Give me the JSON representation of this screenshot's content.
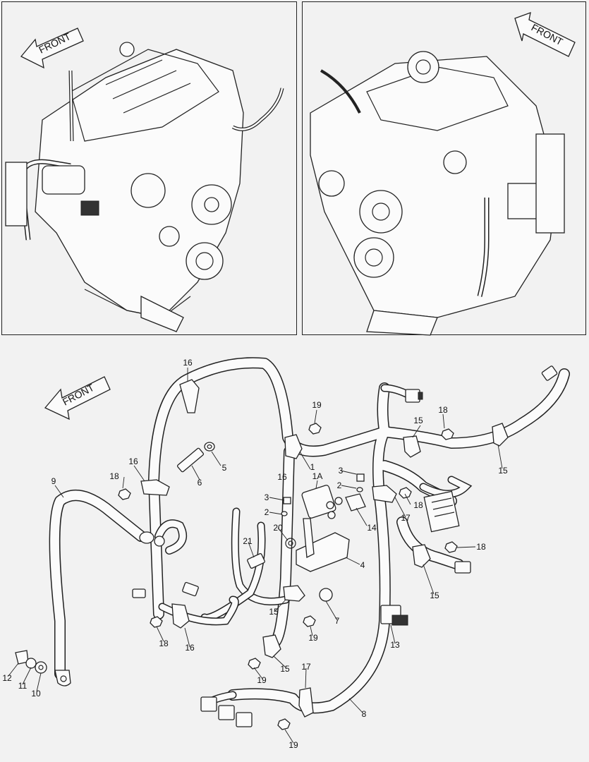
{
  "front_labels": [
    "FRONT",
    "FRONT",
    "FRONT"
  ],
  "callouts": [
    {
      "id": "c-16a",
      "text": "16"
    },
    {
      "id": "c-19a",
      "text": "19"
    },
    {
      "id": "c-5",
      "text": "5"
    },
    {
      "id": "c-16b",
      "text": "16"
    },
    {
      "id": "c-1",
      "text": "1"
    },
    {
      "id": "c-18a",
      "text": "18"
    },
    {
      "id": "c-15a",
      "text": "15"
    },
    {
      "id": "c-15b",
      "text": "15"
    },
    {
      "id": "c-9",
      "text": "9"
    },
    {
      "id": "c-16c",
      "text": "16"
    },
    {
      "id": "c-6",
      "text": "6"
    },
    {
      "id": "c-3a",
      "text": "3"
    },
    {
      "id": "c-1A",
      "text": "1A"
    },
    {
      "id": "c-2a",
      "text": "2"
    },
    {
      "id": "c-18b",
      "text": "18"
    },
    {
      "id": "c-3b",
      "text": "3"
    },
    {
      "id": "c-18c",
      "text": "18"
    },
    {
      "id": "c-2b",
      "text": "2"
    },
    {
      "id": "c-14",
      "text": "14"
    },
    {
      "id": "c-17a",
      "text": "17"
    },
    {
      "id": "c-20",
      "text": "20"
    },
    {
      "id": "c-21",
      "text": "21"
    },
    {
      "id": "c-4",
      "text": "4"
    },
    {
      "id": "c-18d",
      "text": "18"
    },
    {
      "id": "c-15c",
      "text": "15"
    },
    {
      "id": "c-15d",
      "text": "15"
    },
    {
      "id": "c-7",
      "text": "7"
    },
    {
      "id": "c-18e",
      "text": "18"
    },
    {
      "id": "c-16d",
      "text": "16"
    },
    {
      "id": "c-19b",
      "text": "19"
    },
    {
      "id": "c-13",
      "text": "13"
    },
    {
      "id": "c-15e",
      "text": "15"
    },
    {
      "id": "c-12",
      "text": "12"
    },
    {
      "id": "c-11",
      "text": "11"
    },
    {
      "id": "c-10",
      "text": "10"
    },
    {
      "id": "c-19c",
      "text": "19"
    },
    {
      "id": "c-17b",
      "text": "17"
    },
    {
      "id": "c-8",
      "text": "8"
    },
    {
      "id": "c-19d",
      "text": "19"
    }
  ]
}
